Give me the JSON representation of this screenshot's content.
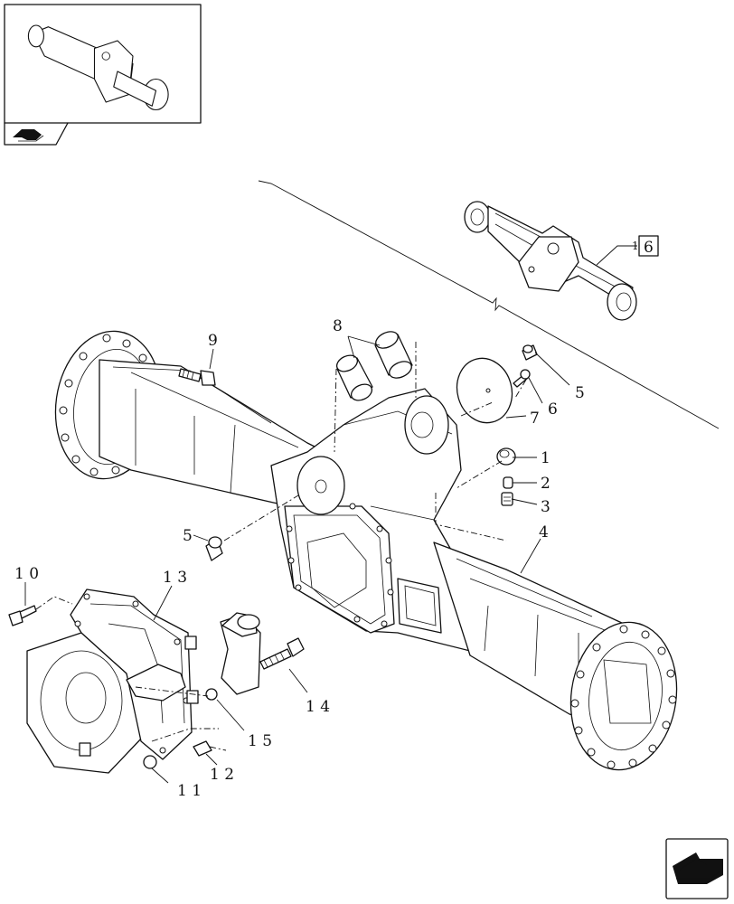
{
  "callouts": {
    "c1": "1",
    "c2": "2",
    "c3": "3",
    "c4": "4",
    "c5a": "5",
    "c5b": "5",
    "c6": "6",
    "c7": "7",
    "c8": "8",
    "c9": "9",
    "c10": "1 0",
    "c11": "1 1",
    "c12": "1 2",
    "c13": "1 3",
    "c14": "1 4",
    "c15": "1 5"
  },
  "reference_box": {
    "prefix": "1",
    "number": "6"
  }
}
